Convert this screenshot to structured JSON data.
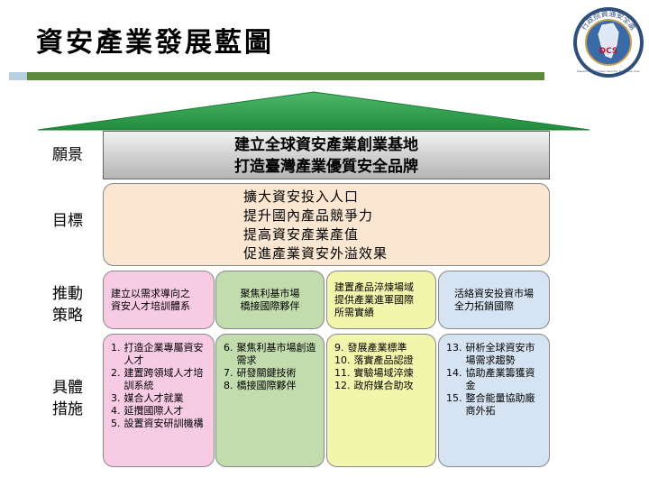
{
  "title": "資安產業發展藍圖",
  "logo": {
    "ring_text": "行政院資通安全處",
    "center_text": "DCS",
    "bottom_text": "Department of Cyber Security, Executive Yuan"
  },
  "labels": {
    "vision": "願景",
    "goals": "目標",
    "strategy": [
      "推動",
      "策略"
    ],
    "measures": [
      "具體",
      "措施"
    ]
  },
  "vision": [
    "建立全球資安產業創業基地",
    "打造臺灣產業優質安全品牌"
  ],
  "goals": [
    "擴大資安投入人口",
    "提升國內產品競爭力",
    "提高資安產業產值",
    "促進產業資安外溢效果"
  ],
  "strategies": [
    [
      "建立以需求導向之",
      "資安人才培訓體系"
    ],
    [
      "聚焦利基市場",
      "橋接國際夥伴"
    ],
    [
      "建置產品淬煉場域",
      "提供產業進軍國際",
      "所需實績"
    ],
    [
      "活絡資安投資市場",
      "全力拓銷國際"
    ]
  ],
  "measures": [
    [
      {
        "num": "1.",
        "text": "打造企業專屬資安人才"
      },
      {
        "num": "2.",
        "text": "建置跨領域人才培訓系統"
      },
      {
        "num": "3.",
        "text": "媒合人才就業"
      },
      {
        "num": "4.",
        "text": "延攬國際人才"
      },
      {
        "num": "5.",
        "text": "設置資安研訓機構"
      }
    ],
    [
      {
        "num": "6.",
        "text": "聚焦利基市場創造需求"
      },
      {
        "num": "7.",
        "text": "研發關鍵技術"
      },
      {
        "num": "8.",
        "text": "橋接國際夥伴"
      }
    ],
    [
      {
        "num": "9.",
        "text": "發展產業標準"
      },
      {
        "num": "10.",
        "text": "落實產品認證"
      },
      {
        "num": "11.",
        "text": "實驗場域淬煉"
      },
      {
        "num": "12.",
        "text": "政府媒合助攻"
      }
    ],
    [
      {
        "num": "13.",
        "text": "研析全球資安市場需求趨勢"
      },
      {
        "num": "14.",
        "text": "協助產業籌獲資金"
      },
      {
        "num": "15.",
        "text": "整合能量協助廠商外拓"
      }
    ]
  ]
}
